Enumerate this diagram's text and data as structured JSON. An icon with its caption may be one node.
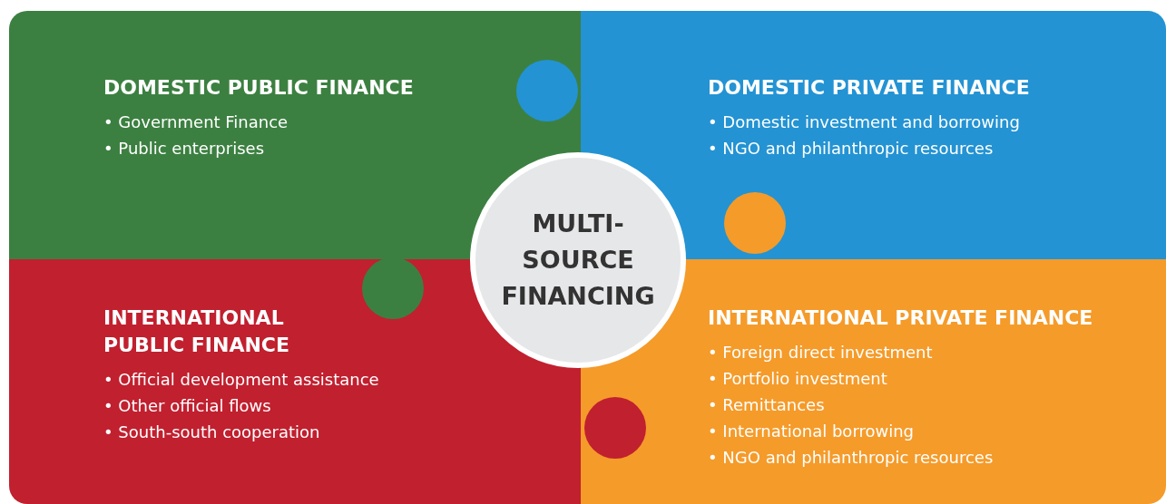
{
  "diagram": {
    "nodes": [
      {
        "text": [
          "DOMESTIC PUBLIC FINANCE",
          "• Government Finance",
          "• Public enterprises"
        ]
      },
      {
        "text": [
          "DOMESTIC PRIVATE FINANCE",
          "• Domestic investment and borrowing",
          "• NGO and philanthropic resources"
        ]
      },
      {
        "text": [
          "INTERNATIONAL PUBLIC FINANCE",
          "• Official development assistance",
          "• Other official flows",
          "• South-south cooperation"
        ]
      },
      {
        "text": [
          "INTERNATIONAL PRIVATE FINANCE",
          "• Foreign direct investment",
          "• Portfolio investment",
          "• Remittances",
          "• International borrowing",
          "• NGO and philanthropic resources"
        ]
      },
      {
        "text": [
          "MULTI-SOURCE FINANCING"
        ]
      }
    ]
  }
}
